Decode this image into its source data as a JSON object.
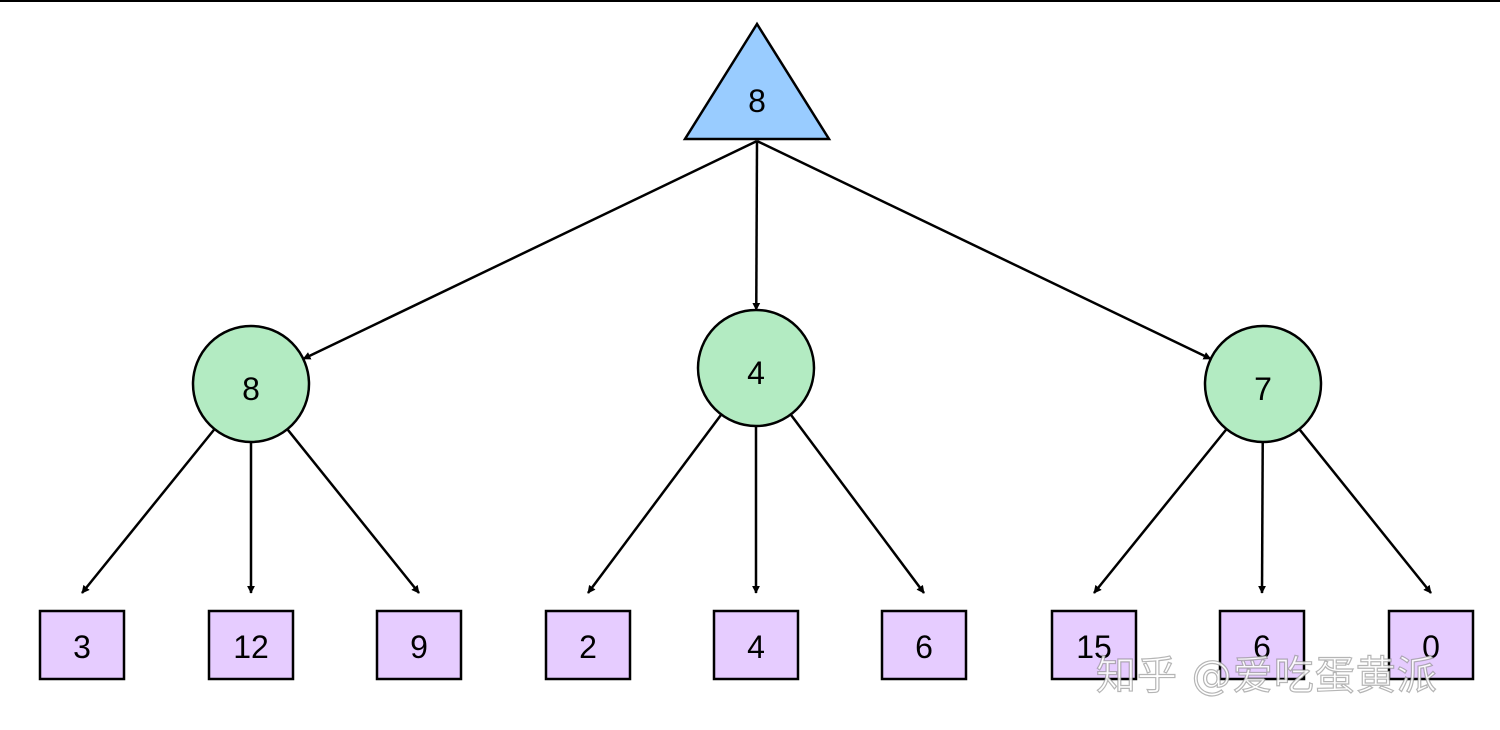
{
  "diagram": {
    "root": {
      "label": "8",
      "shape": "triangle",
      "fill": "#99CCFF"
    },
    "level1": [
      {
        "label": "8",
        "shape": "circle",
        "fill": "#B3EBC2",
        "children": [
          "3",
          "12",
          "9"
        ]
      },
      {
        "label": "4",
        "shape": "circle",
        "fill": "#B3EBC2",
        "children": [
          "2",
          "4",
          "6"
        ]
      },
      {
        "label": "7",
        "shape": "circle",
        "fill": "#B3EBC2",
        "children": [
          "15",
          "6",
          "0"
        ]
      }
    ],
    "leaf_fill": "#E6CCFF",
    "edge_color": "#000000"
  },
  "watermark": {
    "text": "知乎 @爱吃蛋黄派"
  }
}
